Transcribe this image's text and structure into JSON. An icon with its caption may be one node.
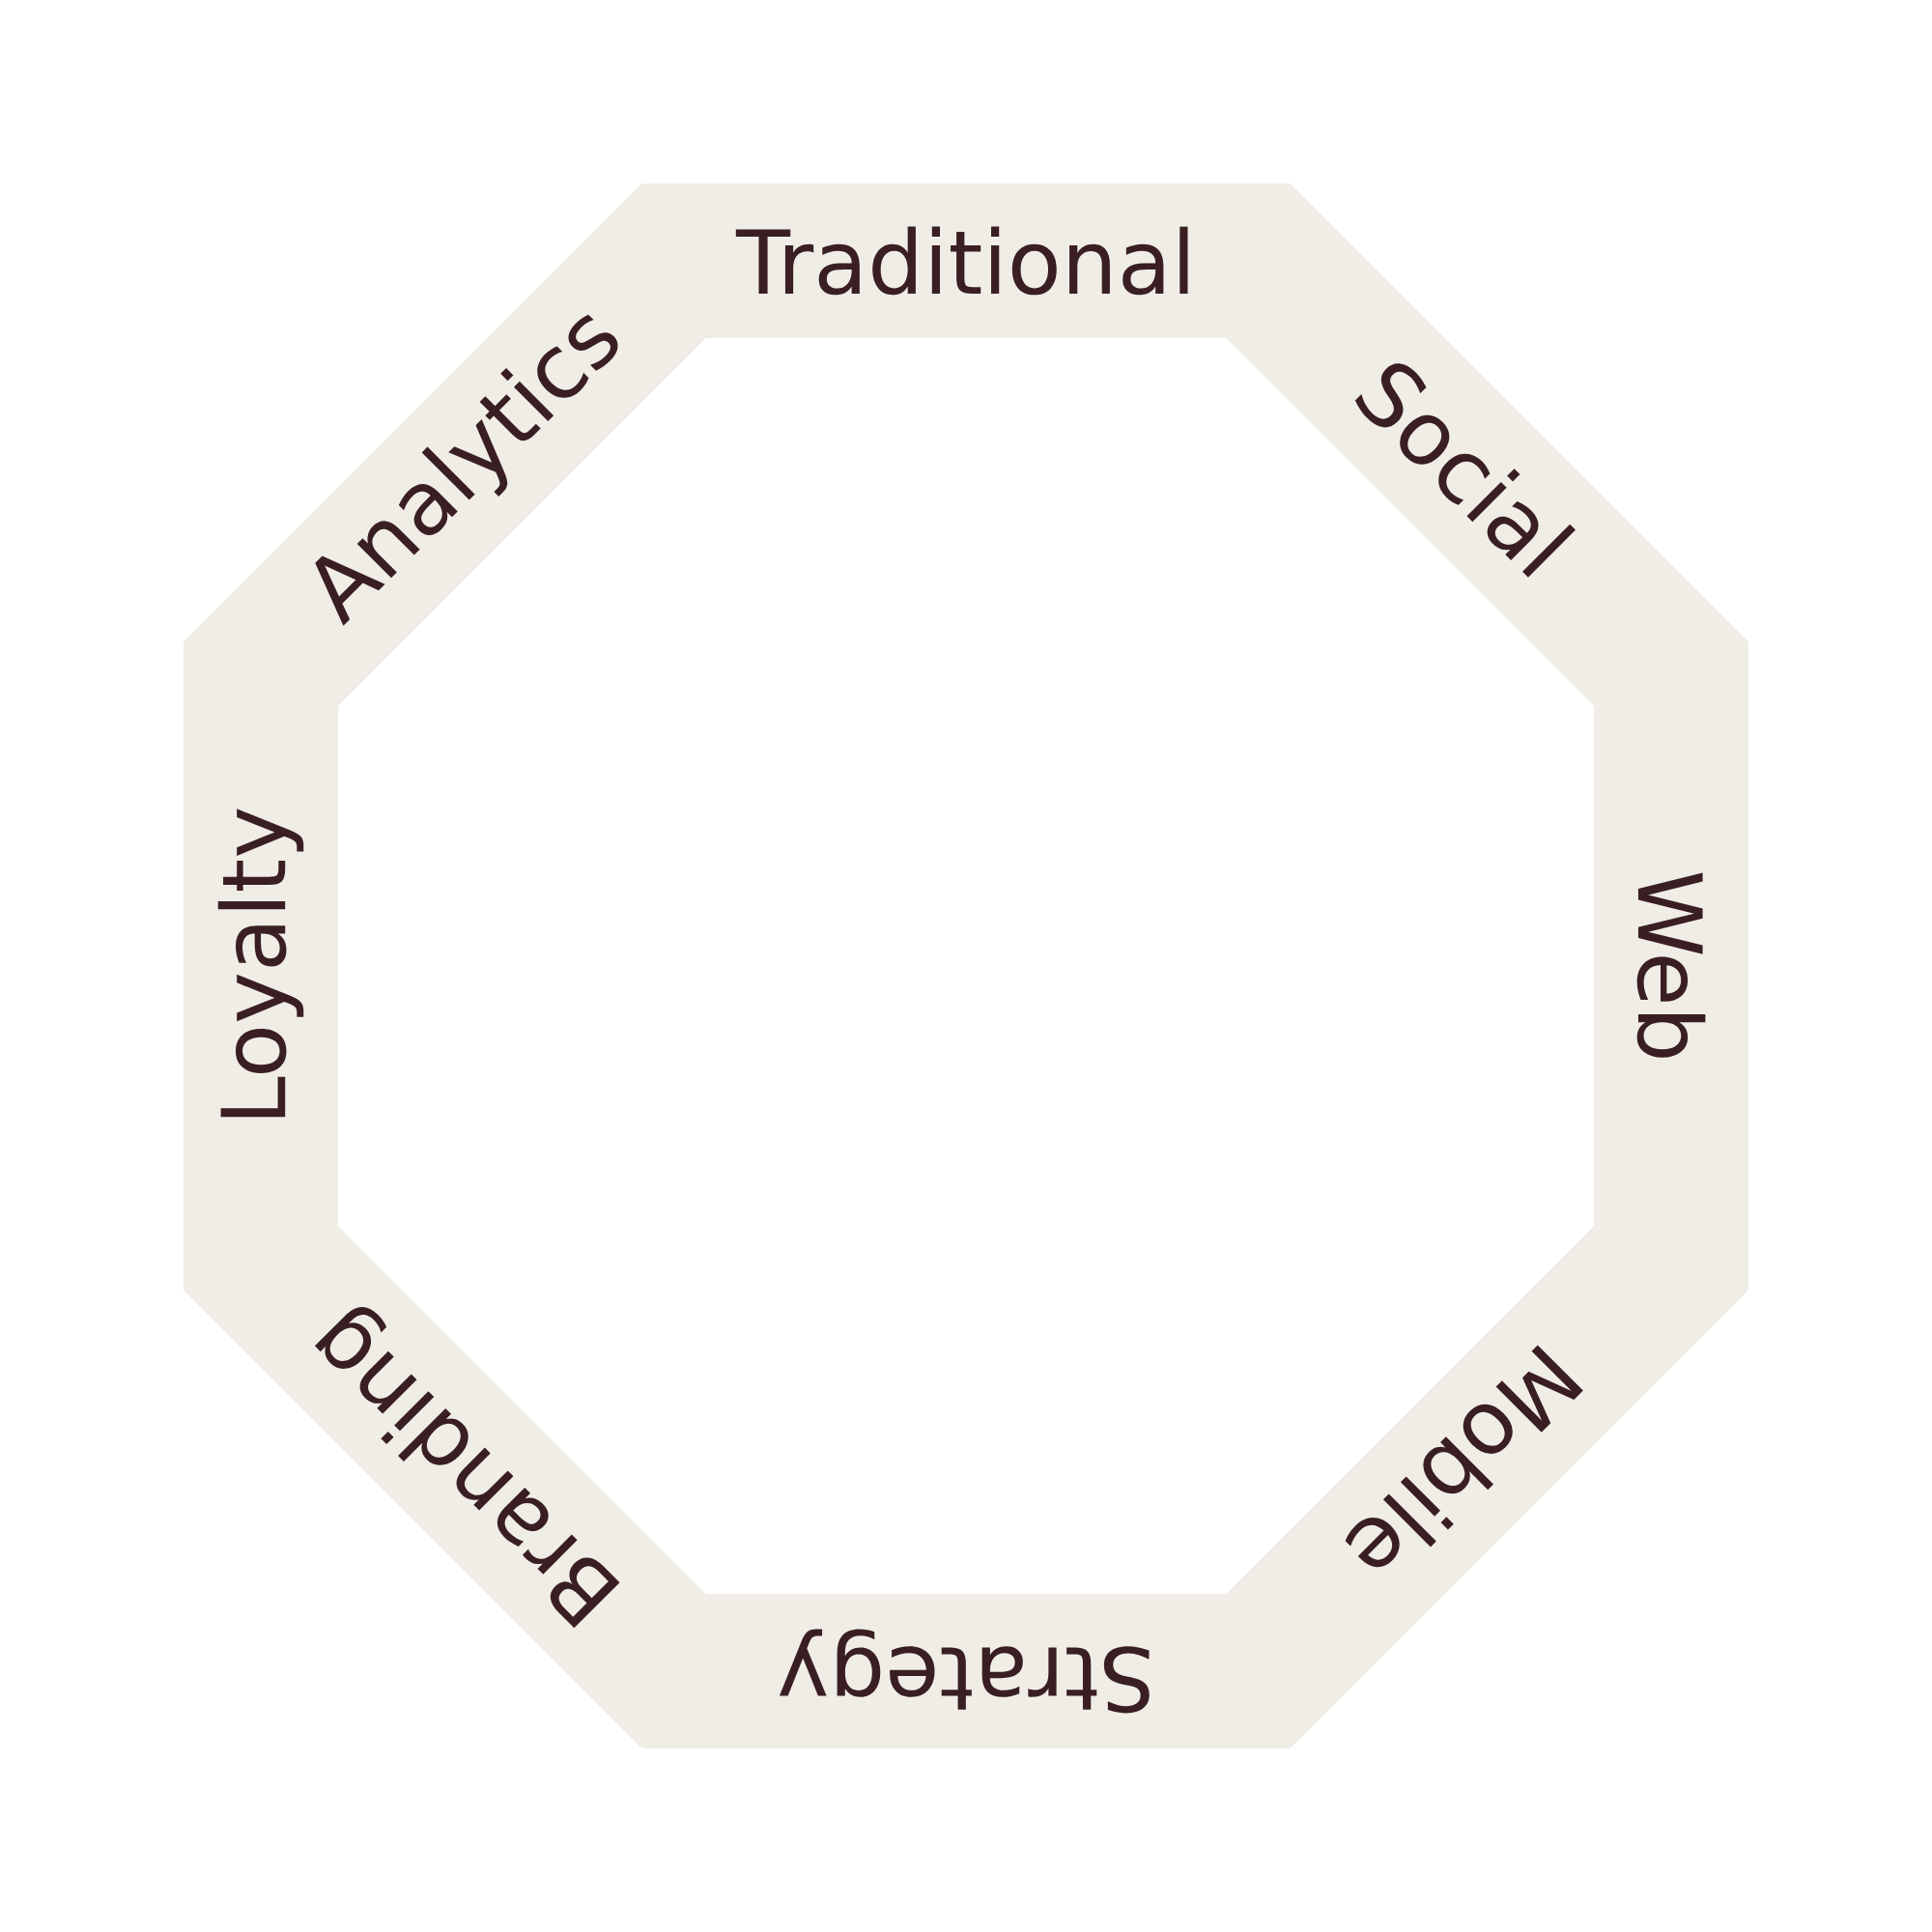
{
  "diagram": {
    "nodes": [
      {
        "text": [
          "Traditional"
        ]
      },
      {
        "text": [
          "Social"
        ]
      },
      {
        "text": [
          "Web"
        ]
      },
      {
        "text": [
          "Mobile"
        ]
      },
      {
        "text": [
          "Strategy"
        ]
      },
      {
        "text": [
          "Branding"
        ]
      },
      {
        "text": [
          "Loyalty"
        ]
      },
      {
        "text": [
          "Analytics"
        ]
      }
    ]
  }
}
